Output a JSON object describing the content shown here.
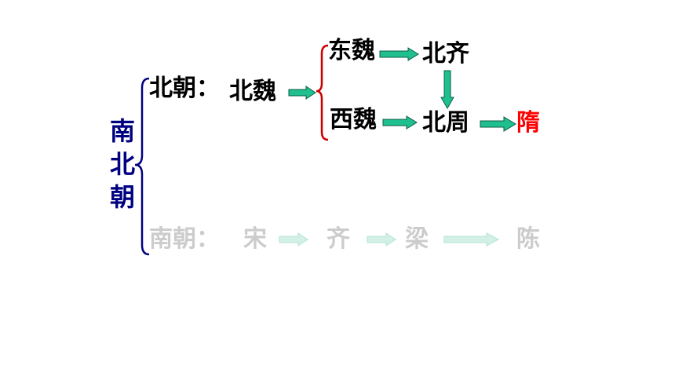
{
  "colors": {
    "title": "#000080",
    "text": "#000000",
    "faded_text": "#cccccc",
    "highlight": "#ff0000",
    "arrow_fill": "#1fbf8f",
    "arrow_stroke": "#0b5e45",
    "faded_arrow_fill": "#d2f0e6",
    "brace_blue": "#000080",
    "brace_red": "#cc0000"
  },
  "diagram": {
    "title_chars": [
      "南",
      "北",
      "朝"
    ],
    "northern": {
      "label": "北朝：",
      "origin": "北魏",
      "east": "东魏",
      "west": "西魏",
      "north_qi": "北齐",
      "north_zhou": "北周",
      "result": "隋"
    },
    "southern": {
      "label": "南朝：",
      "dynasties": [
        "宋",
        "齐",
        "梁",
        "陈"
      ]
    }
  }
}
